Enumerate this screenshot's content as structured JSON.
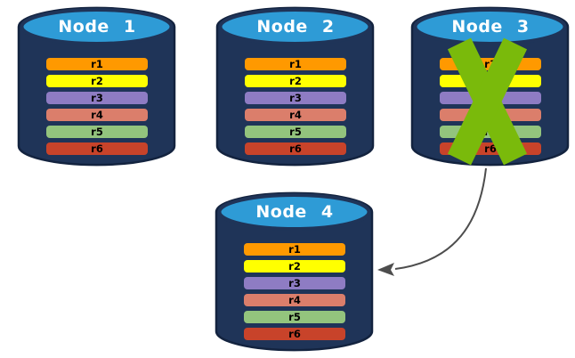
{
  "diagram": {
    "nodes": [
      {
        "label": "Node 1",
        "failed": false
      },
      {
        "label": "Node 2",
        "failed": false
      },
      {
        "label": "Node 3",
        "failed": true
      },
      {
        "label": "Node 4",
        "failed": false
      }
    ],
    "replicas": [
      "r1",
      "r2",
      "r3",
      "r4",
      "r5",
      "r6"
    ],
    "replica_colors": [
      "#FF9900",
      "#FFFF00",
      "#8E7CC3",
      "#DB7E6B",
      "#93C47D",
      "#C8432A"
    ],
    "arrow": {
      "from": "Node 3",
      "to": "Node 4"
    },
    "colors": {
      "background": "#FFFFFF",
      "cylinder_body": "#1F3458",
      "cylinder_top": "#2E9BD6",
      "cylinder_outline": "#13233F",
      "node_label_text": "#FFFFFF",
      "replica_label_text": "#000000",
      "failure_x": "#7ABA0B",
      "arrow": "#4D4D4D"
    }
  }
}
